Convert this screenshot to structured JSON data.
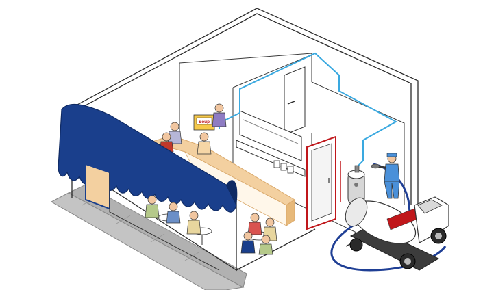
{
  "labels": {
    "soup_sign": "Soup"
  },
  "colors": {
    "awning": "#1a3f8c",
    "awning_dark": "#0f2a63",
    "counter": "#f3d0a0",
    "counter_edge": "#d9a86a",
    "sidewalk": "#bdbdbd",
    "wall_line": "#2b2b2b",
    "pipe": "#3aa9e0",
    "hose": "#1f3f95",
    "tank_body": "#ffffff",
    "tank_label": "#c0171b",
    "door_frame": "#c0171b",
    "worker": "#4a90d9"
  },
  "icons": [
    "restaurant-building",
    "awning",
    "propane-tank",
    "delivery-truck",
    "worker",
    "diners"
  ]
}
